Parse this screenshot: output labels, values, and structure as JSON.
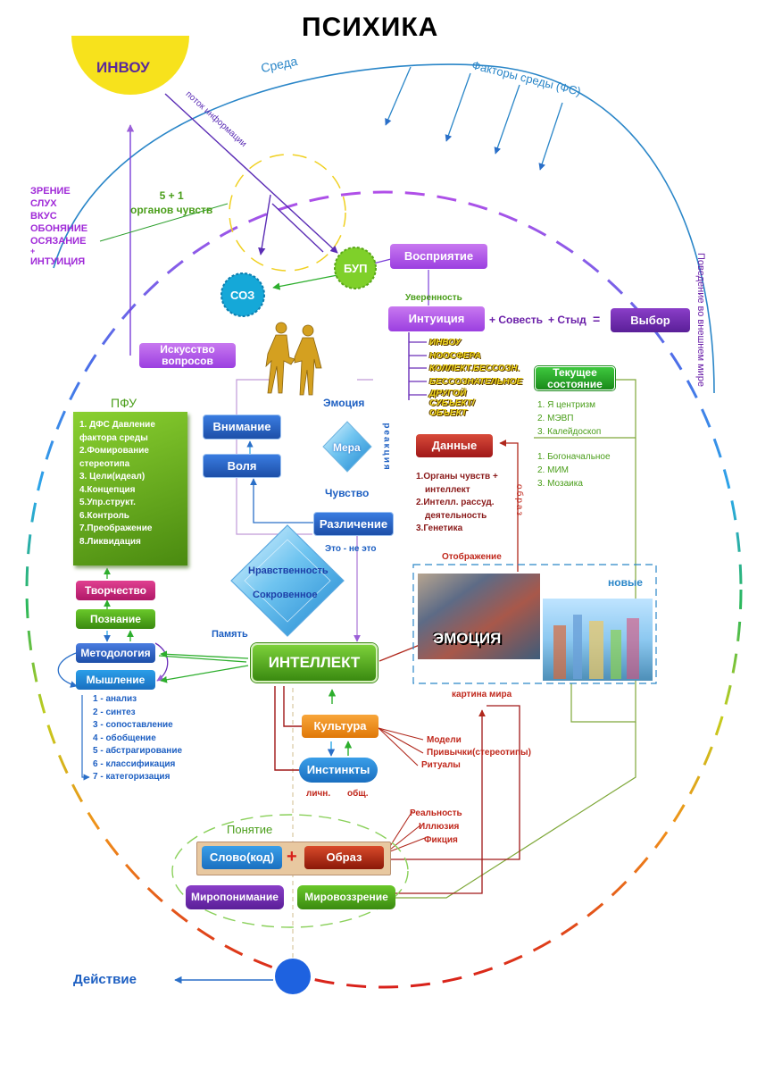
{
  "title": "ПСИХИКА",
  "invou": "ИНВОУ",
  "sreda": "Среда",
  "factors": "Факторы среды (ФС)",
  "flow": "поток информации",
  "behavior": "Поведение во внешнем мире",
  "senses_title": "5 + 1\nорганов чувств",
  "senses": [
    "ЗРЕНИЕ",
    "СЛУХ",
    "ВКУС",
    "ОБОНЯНИЕ",
    "ОСЯЗАНИЕ",
    "+",
    "ИНТУИЦИЯ"
  ],
  "soz": "СОЗ",
  "bup": "БУП",
  "perception": "Восприятие",
  "confidence": "Уверенность",
  "intuition": "Интуиция",
  "conscience": "+ Совесть",
  "shame": "+ Стыд",
  "equals": "=",
  "choice": "Выбор",
  "intuition_items": [
    "ИНВОУ",
    "НООСФЕРА",
    "КОЛЛЕКТ.БЕССОЗН.",
    "БЕССОЗНАТЕЛЬНОЕ",
    "ДРУГОЙ СУБЪЕКТ/ОБЪЕКТ"
  ],
  "art_questions": "Искусство вопросов",
  "current_state": "Текущее состояние",
  "state_items_1": [
    "1. Я центризм",
    "2. МЭВП",
    "3. Калейдоскоп"
  ],
  "state_items_2": [
    "1. Богоначальное",
    "2. МИМ",
    "3. Мозаика"
  ],
  "pfu": "ПФУ",
  "pfu_items": [
    "1. ДФС Давление",
    "фактора среды",
    "2.Фомирование",
    "стереотипа",
    "3. Цели(идеал)",
    "4.Концепция",
    "5.Упр.структ.",
    "6.Контроль",
    "7.Преображение",
    "8.Ликвидация"
  ],
  "attention": "Внимание",
  "will": "Воля",
  "emotion_label": "Эмоция",
  "mera": "Мера",
  "reaction": "реакция",
  "feeling": "Чувство",
  "razlichenie": "Различение",
  "not_this": "Это - не это",
  "data": "Данные",
  "data_items": [
    "1.Органы чувств +",
    "интеллект",
    "2.Интелл. рассуд.",
    "деятельность",
    "3.Генетика"
  ],
  "obraz_vertical": "образ",
  "morality": "Нравственность",
  "treasured": "Сокровенное",
  "memory": "Память",
  "otobrazhenie": "Отображение",
  "novye": "новые",
  "emotion_img": "ЭМОЦИЯ",
  "picture_world": "картина мира",
  "creativity": "Творчество",
  "cognition": "Познание",
  "methodology": "Методология",
  "thinking": "Мышление",
  "thinking_items": [
    "1 - анализ",
    "2 - синтез",
    "3 - сопоставление",
    "4 - обобщение",
    "5 - абстрагирование",
    "6 - классификация",
    "7 - категоризация"
  ],
  "intellect": "ИНТЕЛЛЕКТ",
  "culture": "Культура",
  "instincts": "Инстинкты",
  "culture_items": [
    "Модели",
    "Привычки(стереотипы)",
    "Ритуалы"
  ],
  "lichn": "личн.",
  "obshch": "общ.",
  "ponyatie": "Понятие",
  "reality_items": [
    "Реальность",
    "Иллюзия",
    "Фикция"
  ],
  "word": "Слово(код)",
  "plus": "+",
  "image": "Образ",
  "world_understanding": "Миропонимание",
  "worldview": "Мировоззрение",
  "action": "Действие",
  "colors": {
    "purple": "#9b3fe0",
    "blue": "#1d5fc2",
    "green": "#5a9e14",
    "red": "#c0281c",
    "orange": "#f08a12",
    "magenta": "#c8347a",
    "darkpurple": "#6a1fa8",
    "cyan": "#2a86c8",
    "yellow": "#f7e21c"
  }
}
